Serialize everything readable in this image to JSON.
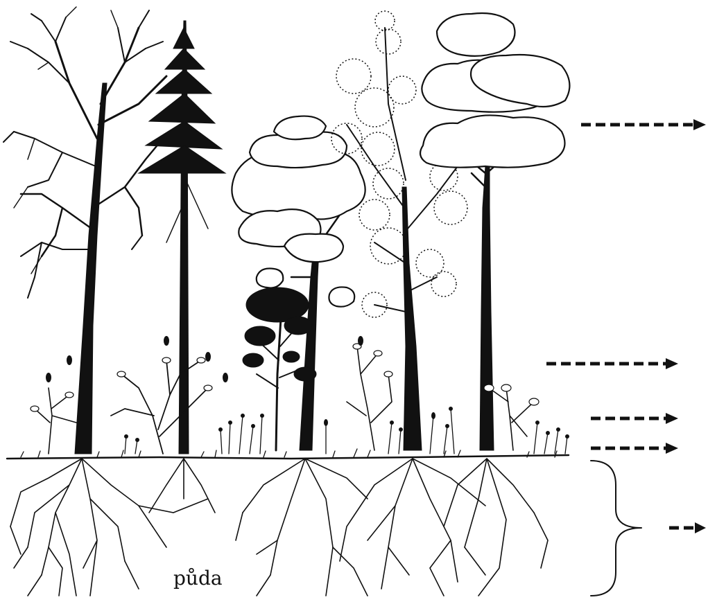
{
  "soil_label": "půda",
  "layer_arrows": [
    {
      "level": "tree"
    },
    {
      "level": "shrub"
    },
    {
      "level": "herb"
    },
    {
      "level": "moss"
    },
    {
      "level": "root"
    }
  ],
  "colors": {
    "ink": "#111111",
    "background": "#ffffff"
  }
}
